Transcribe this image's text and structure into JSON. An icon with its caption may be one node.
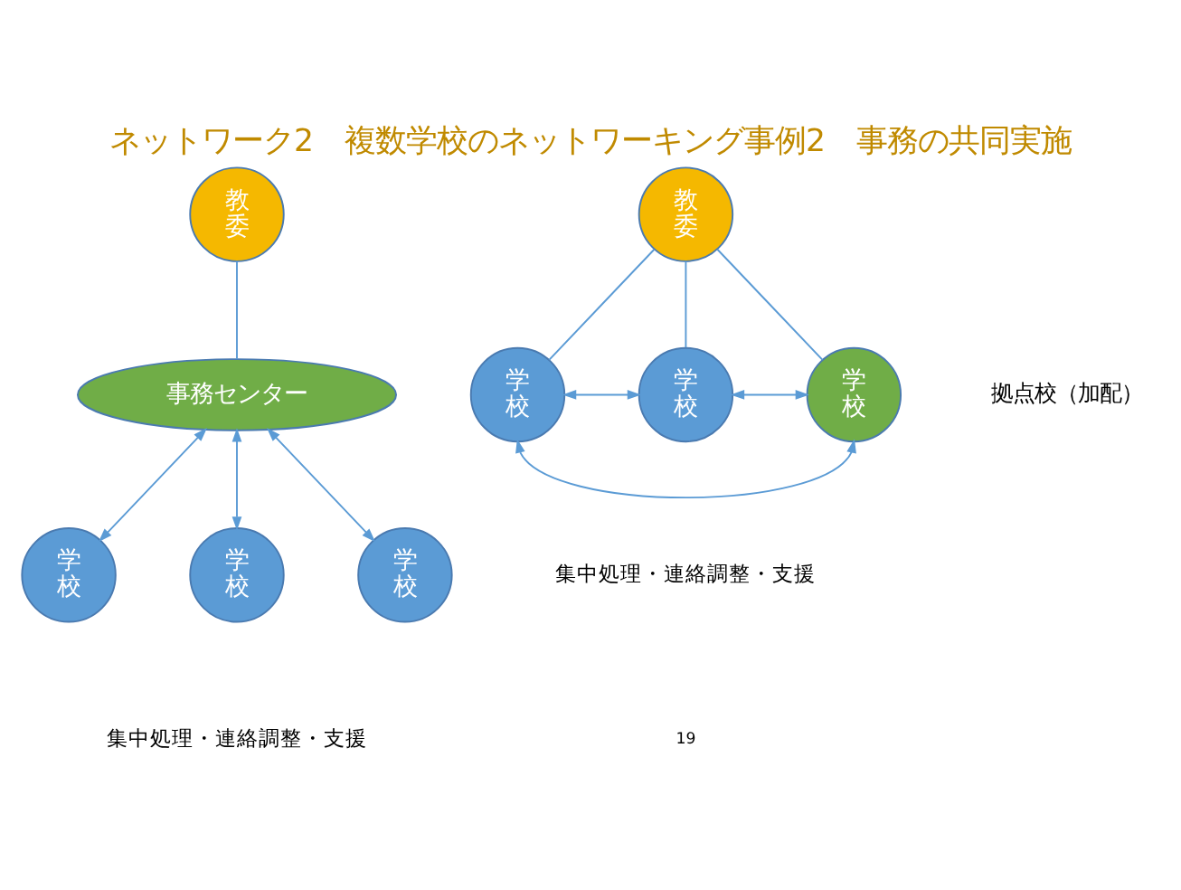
{
  "diagram": {
    "title": "ネットワーク2　複数学校のネットワーキング事例2　事務の共同実施",
    "nodes": [
      {
        "text": [
          "教委"
        ]
      },
      {
        "text": [
          "事務センター"
        ]
      },
      {
        "text": [
          "学校"
        ]
      },
      {
        "text": [
          "学校"
        ]
      },
      {
        "text": [
          "学校"
        ]
      },
      {
        "text": [
          "教委"
        ]
      },
      {
        "text": [
          "学校"
        ]
      },
      {
        "text": [
          "学校"
        ]
      },
      {
        "text": [
          "学校"
        ],
        "beside": [
          "拠点校（加配）"
        ]
      }
    ],
    "edges": [
      {
        "from": 0,
        "to": 1,
        "arrow": "none"
      },
      {
        "from": 1,
        "to": 2,
        "arrow": "both"
      },
      {
        "from": 1,
        "to": 3,
        "arrow": "both"
      },
      {
        "from": 1,
        "to": 4,
        "arrow": "both"
      },
      {
        "from": 5,
        "to": 6,
        "arrow": "none"
      },
      {
        "from": 5,
        "to": 7,
        "arrow": "none"
      },
      {
        "from": 5,
        "to": 8,
        "arrow": "none"
      },
      {
        "from": 6,
        "to": 7,
        "arrow": "both"
      },
      {
        "from": 7,
        "to": 8,
        "arrow": "both"
      },
      {
        "from": 6,
        "to": 8,
        "arrow": "both"
      }
    ],
    "labels": [
      "集中処理・連絡調整・支援",
      "集中処理・連絡調整・支援",
      "19"
    ]
  }
}
